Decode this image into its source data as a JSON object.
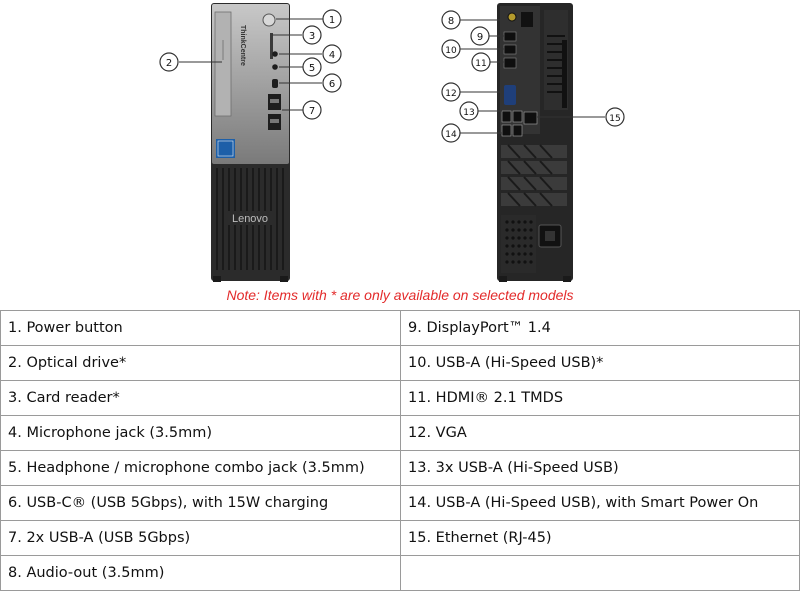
{
  "diagram": {
    "front_brand": "Lenovo",
    "front_sub_brand": "ThinkCentre",
    "callouts_front": [
      "1",
      "2",
      "3",
      "4",
      "5",
      "6",
      "7"
    ],
    "callouts_rear": [
      "8",
      "9",
      "10",
      "11",
      "12",
      "13",
      "14",
      "15"
    ]
  },
  "note": "Note: Items with * are only available on selected models",
  "ports_left": [
    "1. Power button",
    "2. Optical drive*",
    "3. Card reader*",
    "4. Microphone jack (3.5mm)",
    "5. Headphone / microphone combo jack (3.5mm)",
    "6. USB-C® (USB 5Gbps), with 15W charging",
    "7. 2x USB-A (USB 5Gbps)",
    "8. Audio-out (3.5mm)"
  ],
  "ports_right": [
    "9. DisplayPort™ 1.4",
    "10. USB-A (Hi-Speed USB)*",
    "11. HDMI® 2.1 TMDS",
    "12. VGA",
    "13. 3x USB-A (Hi-Speed USB)",
    "14. USB-A (Hi-Speed USB), with Smart Power On",
    "15. Ethernet (RJ-45)",
    ""
  ],
  "colors": {
    "note": "#e32b2b",
    "chassis_dark": "#2a2a2a",
    "front_panel": "#8c8c8c",
    "callout_stroke": "#333333"
  }
}
